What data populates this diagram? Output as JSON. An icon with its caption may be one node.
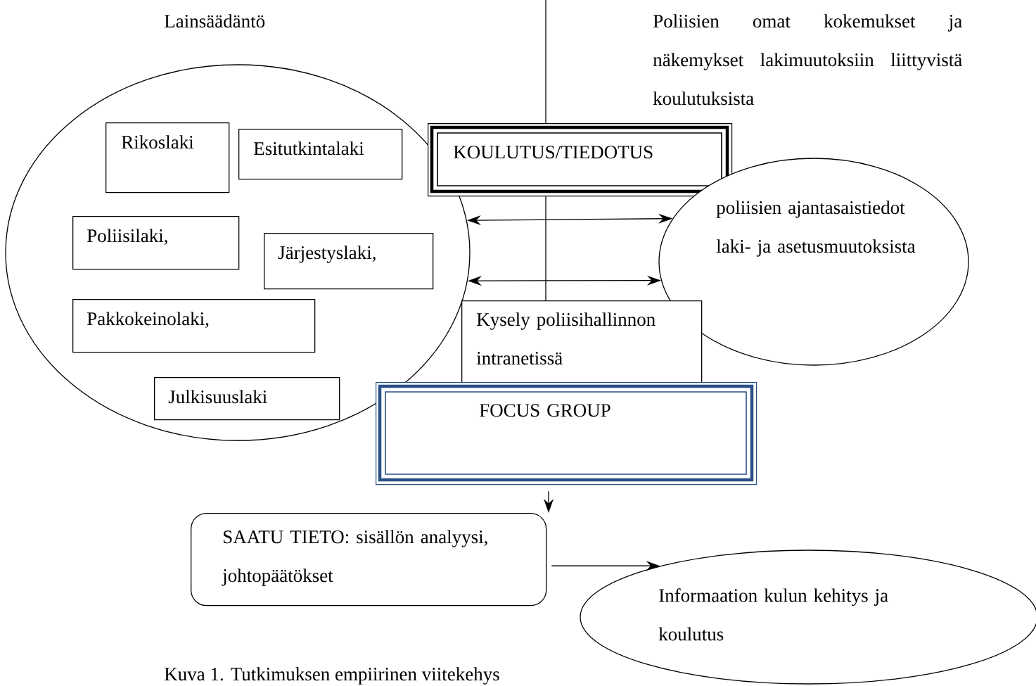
{
  "diagram": {
    "caption": "Kuva 1. Tutkimuksen empiirinen viitekehys",
    "nodes": [
      {
        "text": [
          "Lainsäädäntö"
        ]
      },
      {
        "text": [
          "Rikoslaki"
        ],
        "in": 0
      },
      {
        "text": [
          "Esitutkintalaki"
        ],
        "in": 0
      },
      {
        "text": [
          "Poliisilaki,"
        ],
        "in": 0
      },
      {
        "text": [
          "Järjestyslaki,"
        ],
        "in": 0
      },
      {
        "text": [
          "Pakkokeinolaki,"
        ],
        "in": 0
      },
      {
        "text": [
          "Julkisuuslaki"
        ],
        "in": 0
      },
      {
        "text": [
          "KOULUTUS/TIEDOTUS"
        ]
      },
      {
        "text": [
          "poliisien ajantasaistiedot laki- ja asetusmuutoksista"
        ]
      },
      {
        "text": [
          "Kysely poliisihallinnon intranetissä"
        ]
      },
      {
        "text": [
          "FOCUS GROUP"
        ]
      },
      {
        "text": [
          "SAATU TIETO: sisällön analyysi, johtopäätökset"
        ]
      },
      {
        "text": [
          "Informaation kulun kehitys ja koulutus"
        ]
      }
    ],
    "edges": [
      {
        "from": null,
        "to": 7,
        "arrow": "none"
      },
      {
        "from": 7,
        "to": 9,
        "arrow": "none"
      },
      {
        "from": 0,
        "to": 8,
        "arrow": "both"
      },
      {
        "from": 0,
        "to": 8,
        "arrow": "both"
      },
      {
        "from": 10,
        "to": 11,
        "arrow": "to"
      },
      {
        "from": 11,
        "to": 12,
        "arrow": "to"
      }
    ],
    "labels": [
      "Poliisien omat kokemukset ja näkemykset lakimuutoksiin liittyvistä koulutuksista"
    ]
  }
}
